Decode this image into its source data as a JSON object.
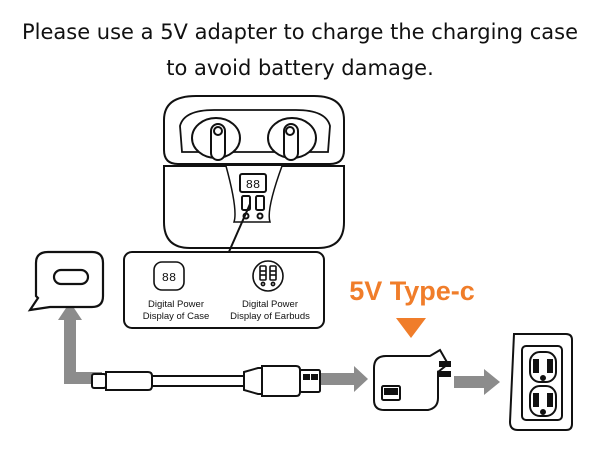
{
  "headline": {
    "line1": "Please use a 5V adapter to charge the charging case",
    "line2": "to avoid battery damage."
  },
  "callout": {
    "left_label_line1": "Digital Power",
    "left_label_line2": "Display of Case",
    "right_label_line1": "Digital Power",
    "right_label_line2": "Display of Earbuds"
  },
  "adapter": {
    "label": "5V Type-c",
    "label_color": "#f07d2a",
    "arrow_color": "#f07d2a"
  },
  "case_display": {
    "digits": "88"
  },
  "colors": {
    "flow_arrow": "#8c8c8c",
    "outline": "#111111"
  },
  "icons": [
    "usb-c-port-icon",
    "earbuds-case-icon",
    "usb-cable-icon",
    "power-adapter-icon",
    "wall-outlet-icon"
  ]
}
